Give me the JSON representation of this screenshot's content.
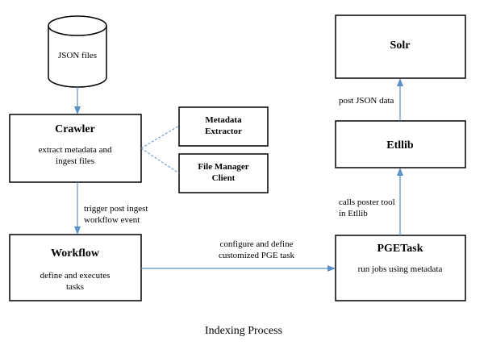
{
  "caption": "Indexing Process",
  "nodes": {
    "json_files": {
      "label": "JSON files"
    },
    "crawler": {
      "title": "Crawler",
      "lines": [
        "extract metadata and",
        "ingest files"
      ]
    },
    "metadata_extractor": {
      "title_lines": [
        "Metadata",
        "Extractor"
      ]
    },
    "file_manager_client": {
      "title_lines": [
        "File Manager",
        "Client"
      ]
    },
    "workflow": {
      "title": "Workflow",
      "lines": [
        "define and executes",
        "tasks"
      ]
    },
    "pgetask": {
      "title": "PGETask",
      "lines": [
        "run jobs using metadata"
      ]
    },
    "etllib": {
      "title": "Etllib"
    },
    "solr": {
      "title": "Solr"
    }
  },
  "edges": {
    "crawler_to_workflow": [
      "trigger post ingest",
      "workflow event"
    ],
    "workflow_to_pgetask": [
      "configure and define",
      "customized PGE task"
    ],
    "pgetask_to_etllib": [
      "calls poster tool",
      "in Etllib"
    ],
    "etllib_to_solr": [
      "post JSON data"
    ]
  },
  "colors": {
    "arrow": "#5b8fc7",
    "box_border": "#000000"
  }
}
